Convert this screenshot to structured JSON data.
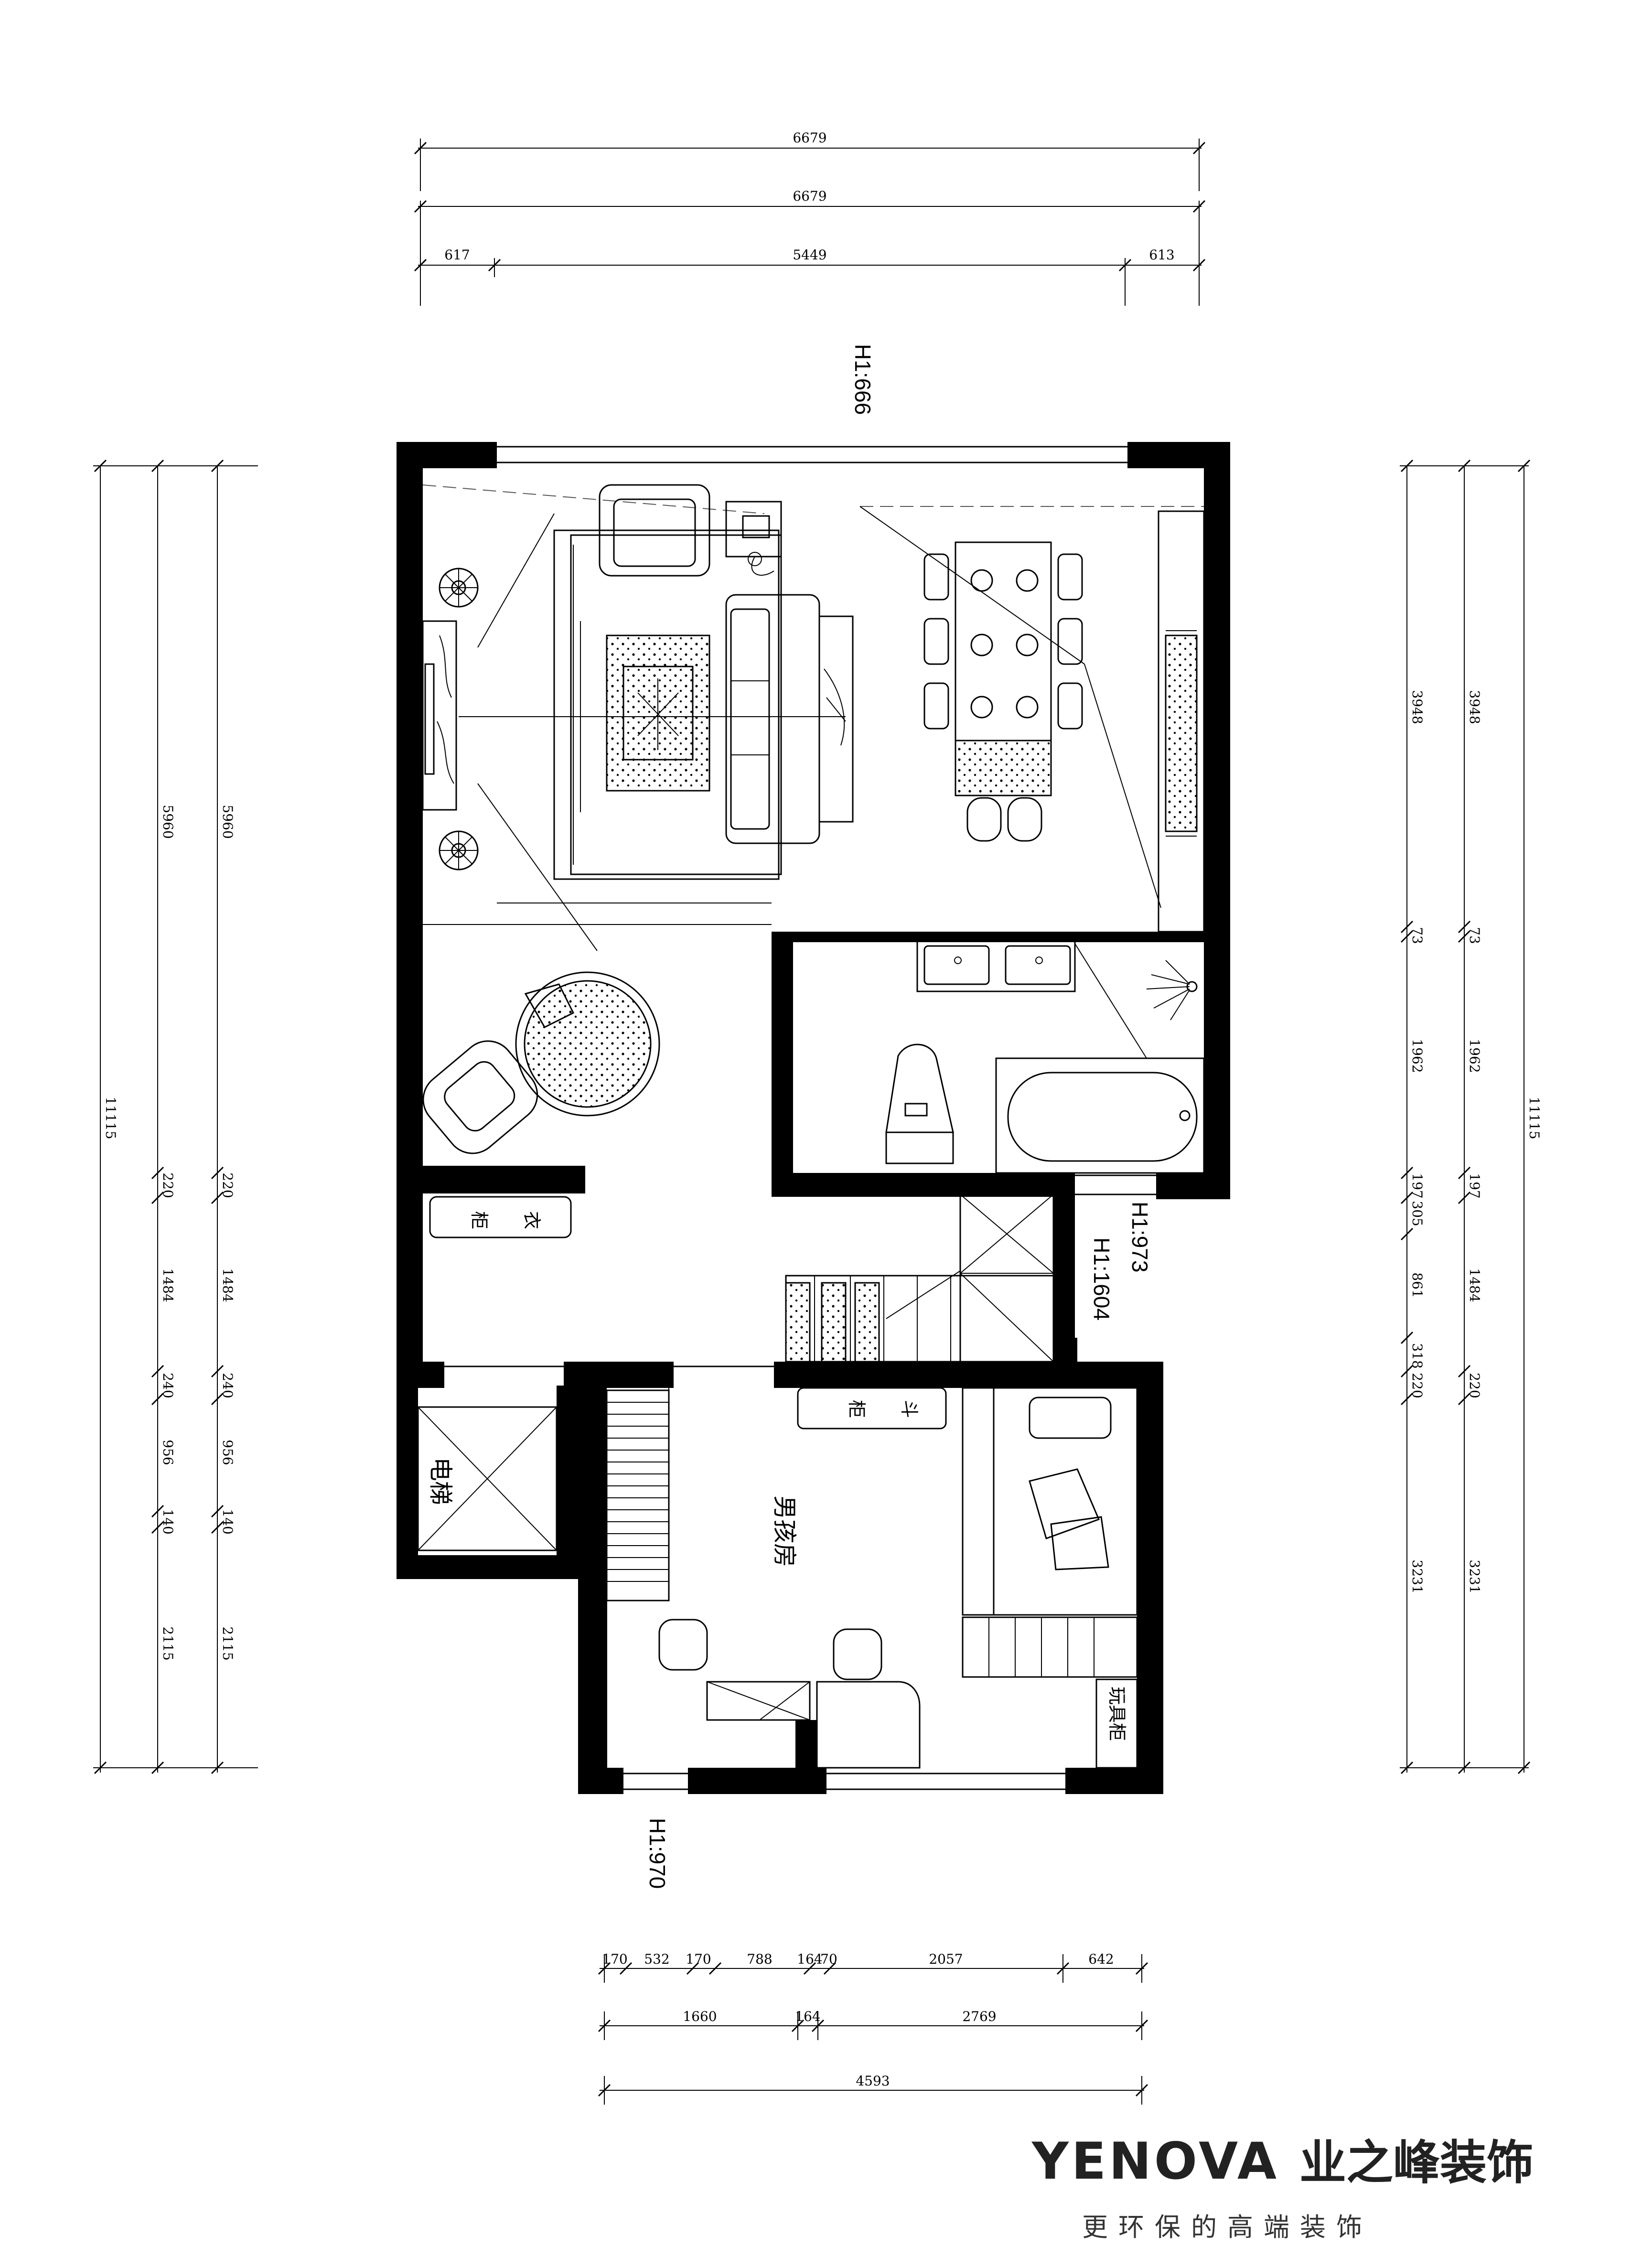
{
  "dimensions": {
    "top": {
      "overall_1": "6679",
      "overall_2": "6679",
      "segments": [
        "617",
        "5449",
        "613"
      ]
    },
    "left": {
      "overall": "11115",
      "main": "5960",
      "segments": [
        "220",
        "1484",
        "240",
        "956",
        "140",
        "2115"
      ]
    },
    "left_inner": {
      "main": "5960",
      "segments": [
        "220",
        "1484",
        "240",
        "956",
        "140",
        "2115"
      ]
    },
    "right": {
      "overall": "11115",
      "segments": [
        "3948",
        "73",
        "1962",
        "197",
        "305",
        "861",
        "318",
        "220",
        "3231"
      ]
    },
    "right_inner": {
      "segments": [
        "3948",
        "73",
        "1962",
        "197",
        "1484",
        "220",
        "3231"
      ]
    },
    "bottom": {
      "row1": [
        "170",
        "532",
        "170",
        "788",
        "164",
        "70",
        "2057",
        "642"
      ],
      "row2": [
        "1660",
        "164",
        "2769"
      ],
      "overall": "4593"
    }
  },
  "heights": {
    "window_top": "H1:666",
    "window_right_upper": "H1:973",
    "window_right_lower": "H1:1604",
    "window_bottom": "H1:970"
  },
  "rooms": {
    "boy_room": "男孩房",
    "elevator": "电梯",
    "closet": [
      "衣",
      "柜"
    ],
    "chest": [
      "斗",
      "柜"
    ],
    "toy_cabinet": "玩具柜"
  },
  "brand": {
    "logo_en": "YENOVA",
    "logo_cn": "业之峰装饰",
    "slogan": "更环保的高端装饰"
  }
}
